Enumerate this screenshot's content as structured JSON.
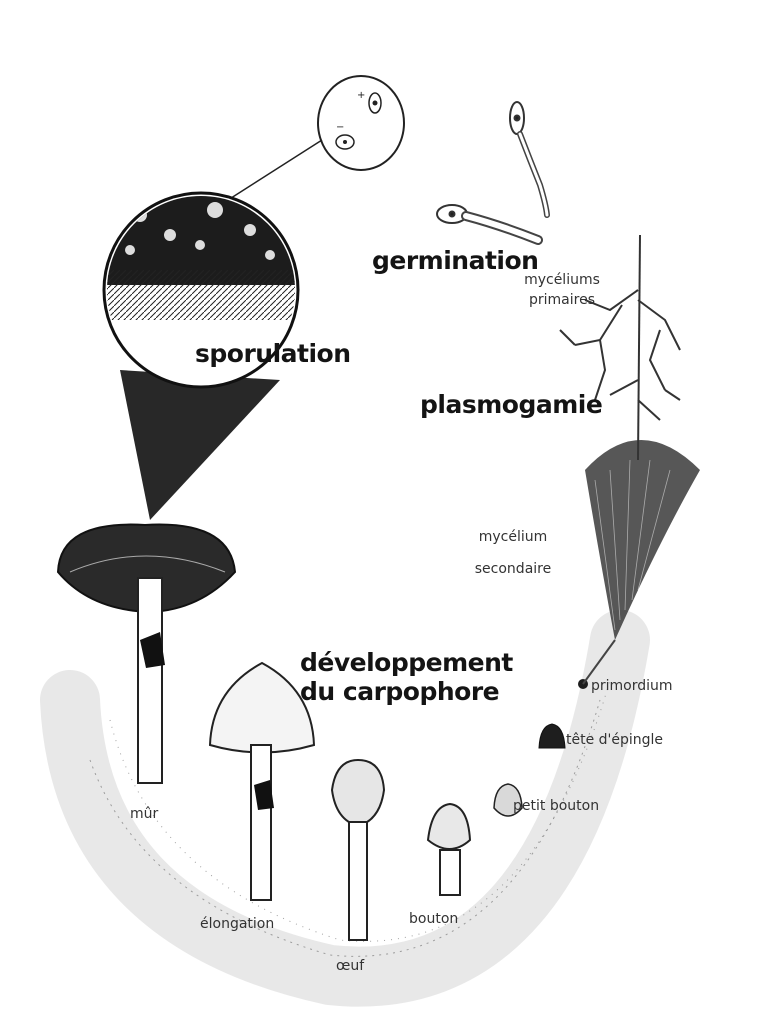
{
  "stages": {
    "germination": "germination",
    "sporulation": "sporulation",
    "plasmogamie": "plasmogamie",
    "developpement_line1": "développement",
    "developpement_line2": "du carpophore"
  },
  "labels": {
    "myceliums_primaires_line1": "mycéliums",
    "myceliums_primaires_line2": "primaires",
    "mycelium_secondaire_line1": "mycélium",
    "mycelium_secondaire_line2": "secondaire",
    "primordium": "primordium",
    "tete_epingle": "tête d'épingle",
    "petit_bouton": "petit bouton",
    "bouton": "bouton",
    "oeuf": "œuf",
    "elongation": "élongation",
    "mur": "mûr"
  },
  "colors": {
    "ink": "#1a1a1a",
    "paper": "#ffffff",
    "soil": "#9a9a9a"
  }
}
